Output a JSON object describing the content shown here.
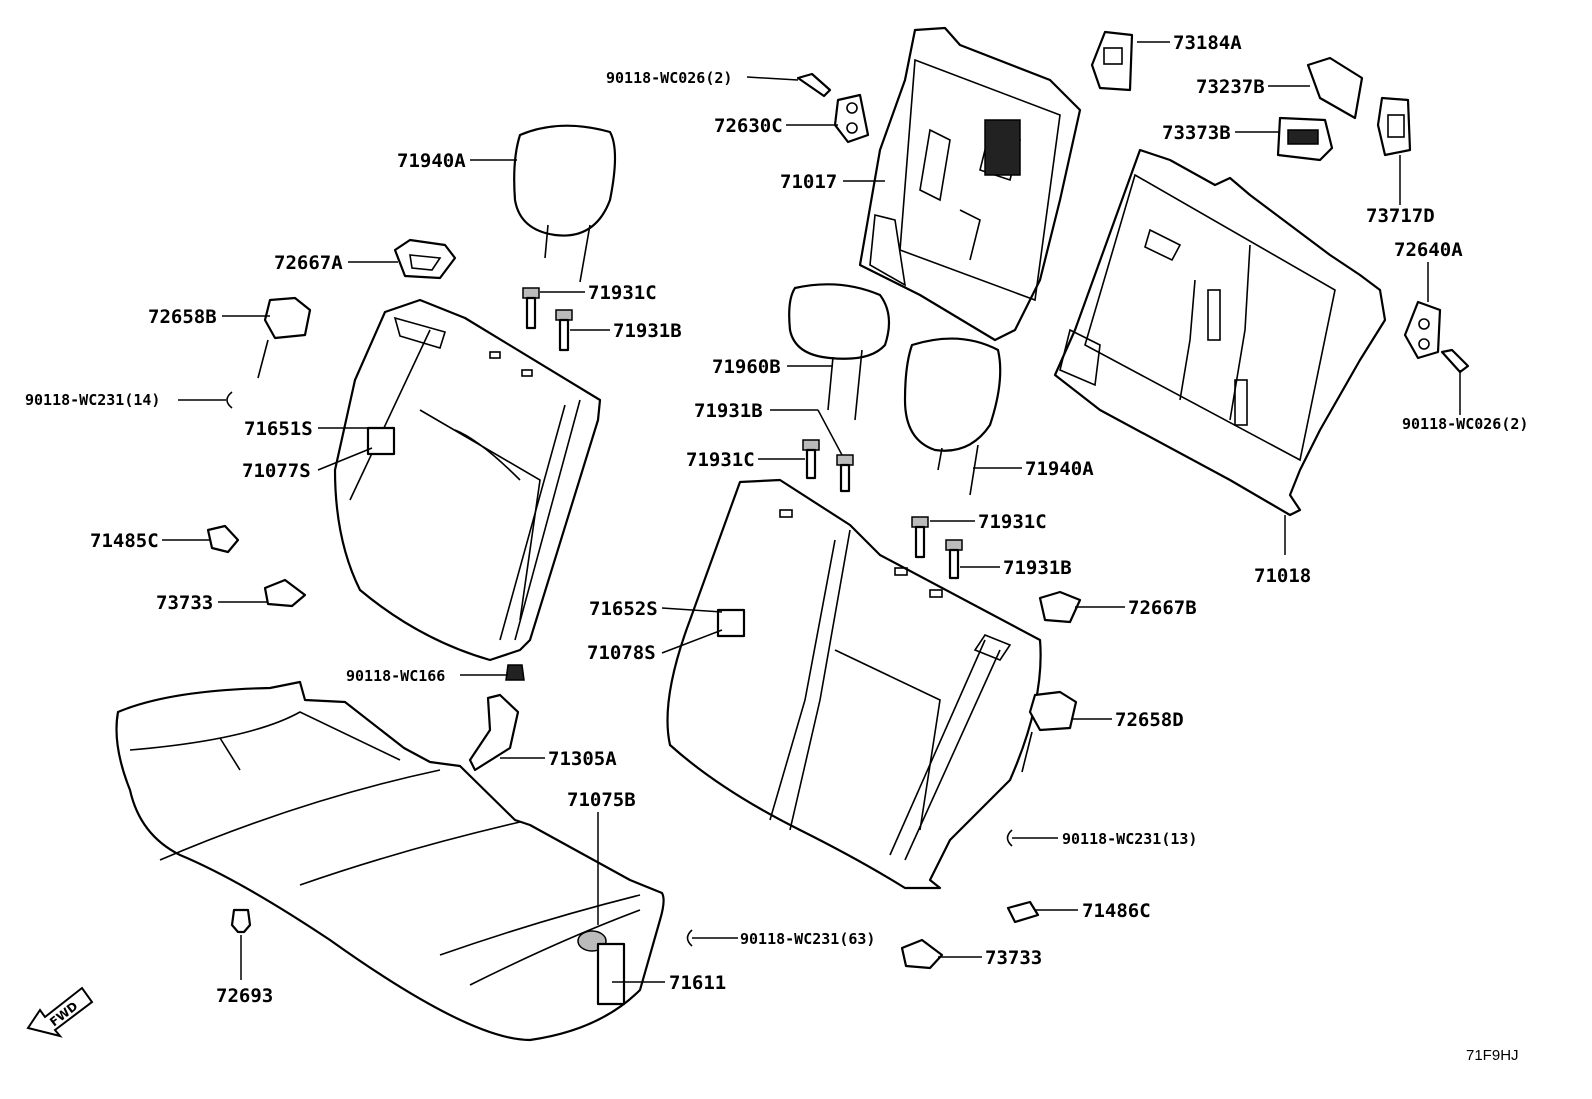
{
  "diagram_code": "71F9HJ",
  "fwd_label": "FWD",
  "part_labels": [
    {
      "id": "l73184A",
      "text": "73184A"
    },
    {
      "id": "l90118WC026a",
      "text": "90118-WC026(2)"
    },
    {
      "id": "l73237B",
      "text": "73237B"
    },
    {
      "id": "l72630C",
      "text": "72630C"
    },
    {
      "id": "l73373B",
      "text": "73373B"
    },
    {
      "id": "l71940Aa",
      "text": "71940A"
    },
    {
      "id": "l71017",
      "text": "71017"
    },
    {
      "id": "l73717D",
      "text": "73717D"
    },
    {
      "id": "l72667Aa",
      "text": "72667A"
    },
    {
      "id": "l72640A",
      "text": "72640A"
    },
    {
      "id": "l71931Ca",
      "text": "71931C"
    },
    {
      "id": "l72658B",
      "text": "72658B"
    },
    {
      "id": "l71931Ba",
      "text": "71931B"
    },
    {
      "id": "l71960B",
      "text": "71960B"
    },
    {
      "id": "l90118WC231a",
      "text": "90118-WC231(14)"
    },
    {
      "id": "l71931Bb",
      "text": "71931B"
    },
    {
      "id": "l71651S",
      "text": "71651S"
    },
    {
      "id": "l90118WC026b",
      "text": "90118-WC026(2)"
    },
    {
      "id": "l71931Cb",
      "text": "71931C"
    },
    {
      "id": "l71077S",
      "text": "71077S"
    },
    {
      "id": "l71940Ab",
      "text": "71940A"
    },
    {
      "id": "l71485C",
      "text": "71485C"
    },
    {
      "id": "l71931Cc",
      "text": "71931C"
    },
    {
      "id": "l71018",
      "text": "71018"
    },
    {
      "id": "l71931Bc",
      "text": "71931B"
    },
    {
      "id": "l73733a",
      "text": "73733"
    },
    {
      "id": "l72667B",
      "text": "72667B"
    },
    {
      "id": "l71652S",
      "text": "71652S"
    },
    {
      "id": "l71078S",
      "text": "71078S"
    },
    {
      "id": "l90118WC166",
      "text": "90118-WC166"
    },
    {
      "id": "l72658D",
      "text": "72658D"
    },
    {
      "id": "l71305A",
      "text": "71305A"
    },
    {
      "id": "l71075B",
      "text": "71075B"
    },
    {
      "id": "l90118WC231b",
      "text": "90118-WC231(13)"
    },
    {
      "id": "l71486C",
      "text": "71486C"
    },
    {
      "id": "l90118WC231c",
      "text": "90118-WC231(63)"
    },
    {
      "id": "l73733b",
      "text": "73733"
    },
    {
      "id": "l71611",
      "text": "71611"
    },
    {
      "id": "l72693",
      "text": "72693"
    }
  ]
}
